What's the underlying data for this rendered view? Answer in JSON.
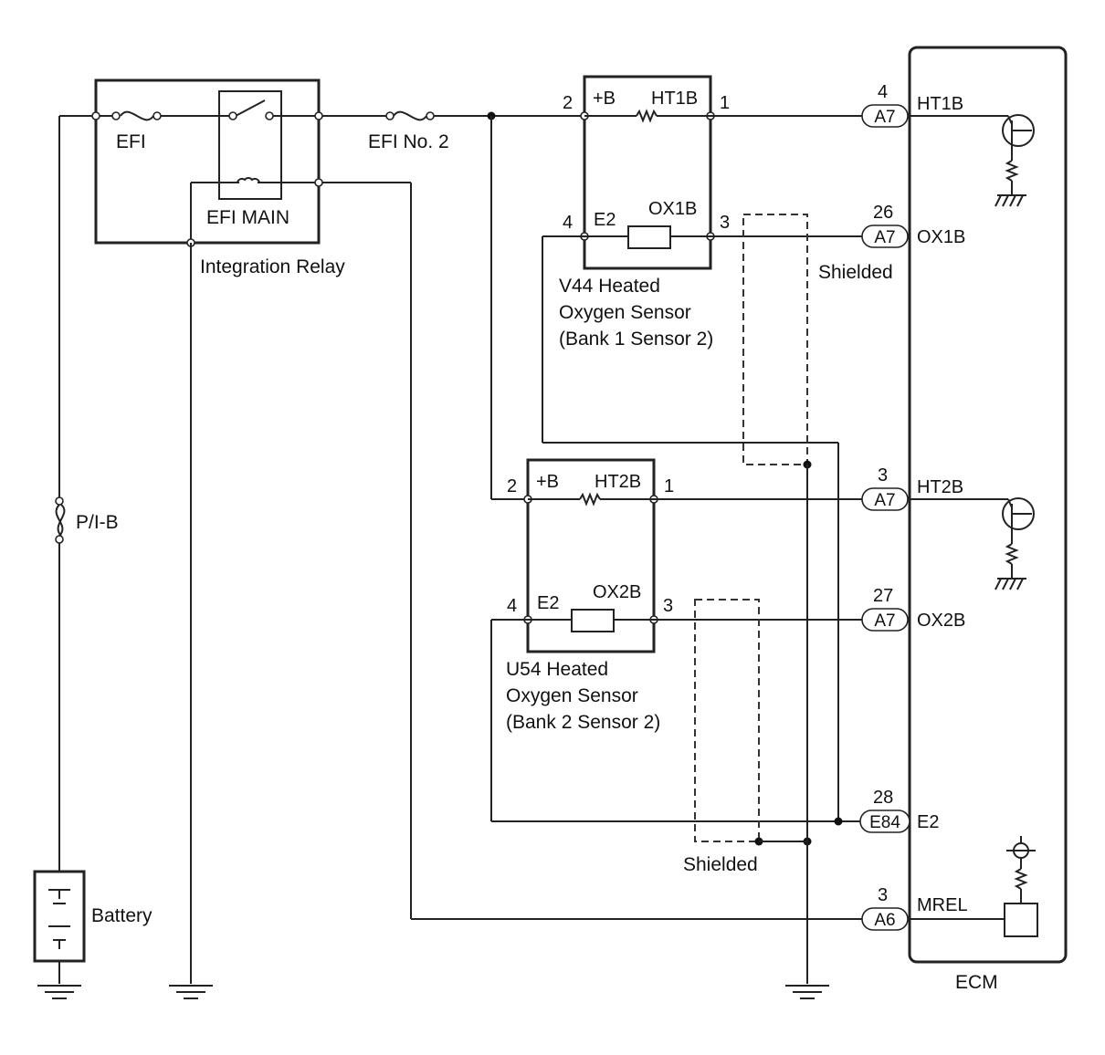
{
  "labels": {
    "efi": "EFI",
    "efi_main": "EFI MAIN",
    "efi_no2": "EFI No. 2",
    "integration_relay": "Integration Relay",
    "pib": "P/I-B",
    "battery": "Battery",
    "ecm": "ECM",
    "shielded_1": "Shielded",
    "shielded_2": "Shielded"
  },
  "sensor1": {
    "name_line1": "V44 Heated",
    "name_line2": "Oxygen Sensor",
    "name_line3": "(Bank 1 Sensor 2)",
    "plus_b": "+B",
    "heater": "HT1B",
    "e2": "E2",
    "signal": "OX1B",
    "pin_plus_b": "2",
    "pin_heater": "1",
    "pin_e2": "4",
    "pin_signal": "3"
  },
  "sensor2": {
    "name_line1": "U54 Heated",
    "name_line2": "Oxygen Sensor",
    "name_line3": "(Bank 2 Sensor 2)",
    "plus_b": "+B",
    "heater": "HT2B",
    "e2": "E2",
    "signal": "OX2B",
    "pin_plus_b": "2",
    "pin_heater": "1",
    "pin_e2": "4",
    "pin_signal": "3"
  },
  "ecm_connectors": [
    {
      "pin": "4",
      "connector": "A7",
      "signal": "HT1B"
    },
    {
      "pin": "26",
      "connector": "A7",
      "signal": "OX1B"
    },
    {
      "pin": "3",
      "connector": "A7",
      "signal": "HT2B"
    },
    {
      "pin": "27",
      "connector": "A7",
      "signal": "OX2B"
    },
    {
      "pin": "28",
      "connector": "E84",
      "signal": "E2"
    },
    {
      "pin": "3",
      "connector": "A6",
      "signal": "MREL"
    }
  ]
}
